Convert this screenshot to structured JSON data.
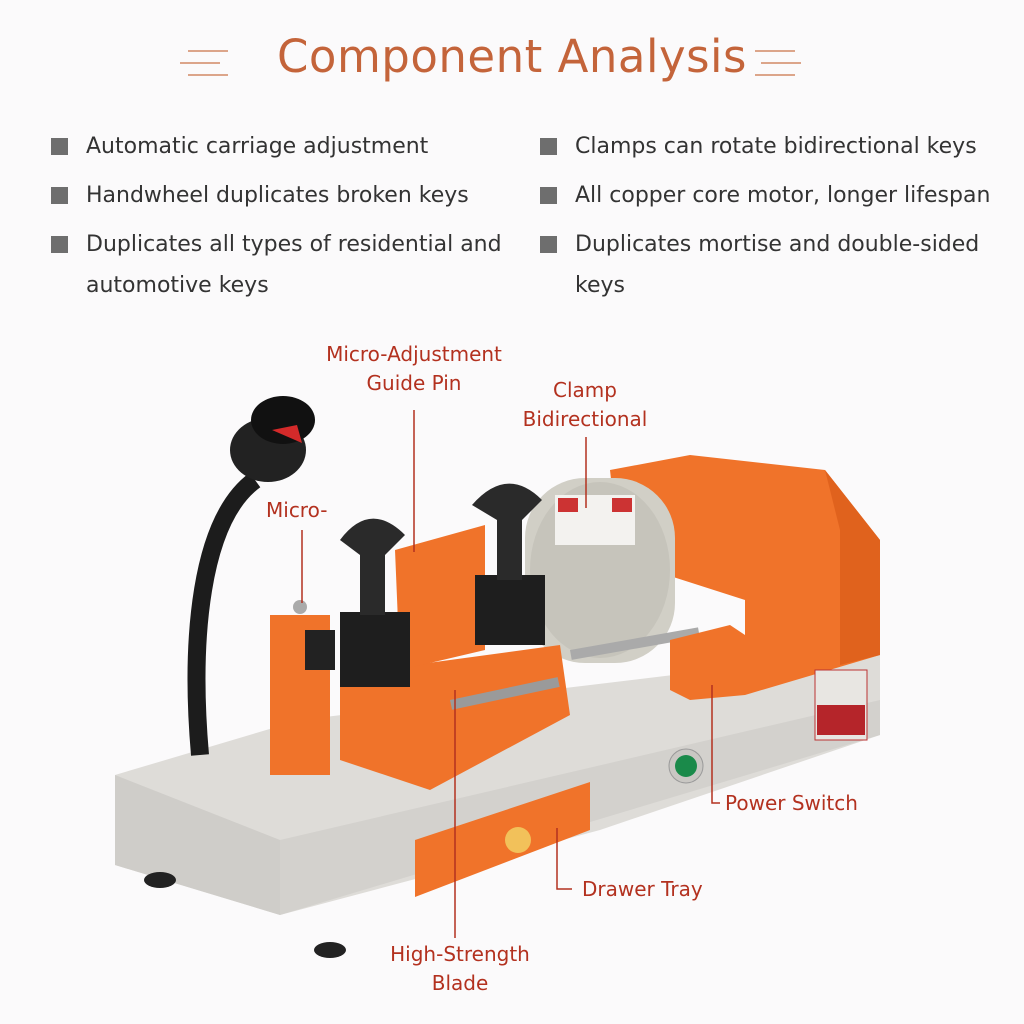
{
  "title": "Component Analysis",
  "features": [
    {
      "text": "Automatic carriage adjustment"
    },
    {
      "text": "Handwheel duplicates broken keys"
    },
    {
      "text": "Duplicates all types of residential and automotive keys"
    },
    {
      "text": "Clamps can rotate bidirectional keys"
    },
    {
      "text": "All copper core motor, longer lifespan"
    },
    {
      "text": "Duplicates mortise and double-sided keys"
    }
  ],
  "callouts": {
    "guide_pin": {
      "line1": "Micro-Adjustment",
      "line2": "Guide Pin"
    },
    "clamp": {
      "line1": "Clamp",
      "line2": "Bidirectional"
    },
    "micro": {
      "line1": "Micro-"
    },
    "power_switch": {
      "line1": "Power Switch"
    },
    "drawer_tray": {
      "line1": "Drawer Tray"
    },
    "blade": {
      "line1": "High-Strength",
      "line2": "Blade"
    }
  },
  "colors": {
    "title": "#c4643a",
    "callout": "#b3311f",
    "machine_orange": "#f0732a",
    "base_grey": "#d8d6d2"
  }
}
